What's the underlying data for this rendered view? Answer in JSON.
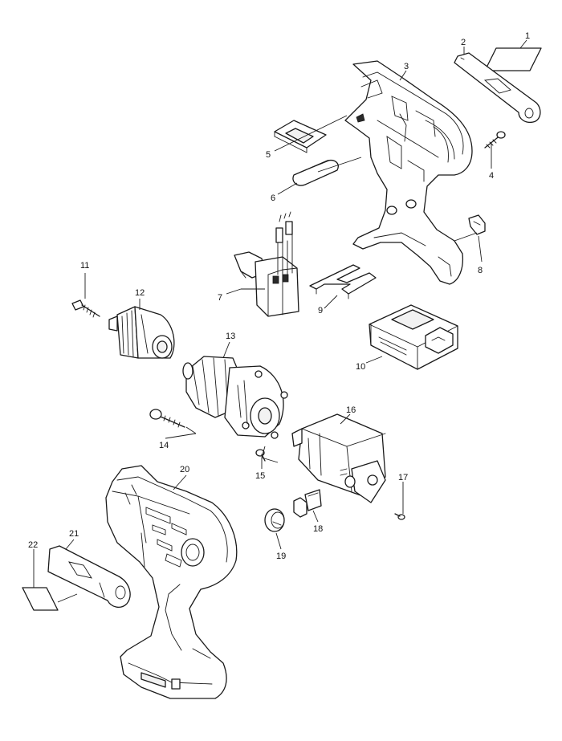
{
  "diagram": {
    "type": "exploded-parts-diagram",
    "parts": [
      {
        "id": "1",
        "label": "1"
      },
      {
        "id": "2",
        "label": "2"
      },
      {
        "id": "3",
        "label": "3"
      },
      {
        "id": "4",
        "label": "4"
      },
      {
        "id": "5",
        "label": "5"
      },
      {
        "id": "6",
        "label": "6"
      },
      {
        "id": "7",
        "label": "7"
      },
      {
        "id": "8",
        "label": "8"
      },
      {
        "id": "9",
        "label": "9"
      },
      {
        "id": "10",
        "label": "10"
      },
      {
        "id": "11",
        "label": "11"
      },
      {
        "id": "12",
        "label": "12"
      },
      {
        "id": "13",
        "label": "13"
      },
      {
        "id": "14",
        "label": "14"
      },
      {
        "id": "15",
        "label": "15"
      },
      {
        "id": "16",
        "label": "16"
      },
      {
        "id": "17",
        "label": "17"
      },
      {
        "id": "18",
        "label": "18"
      },
      {
        "id": "19",
        "label": "19"
      },
      {
        "id": "20",
        "label": "20"
      },
      {
        "id": "21",
        "label": "21"
      },
      {
        "id": "22",
        "label": "22"
      }
    ]
  }
}
